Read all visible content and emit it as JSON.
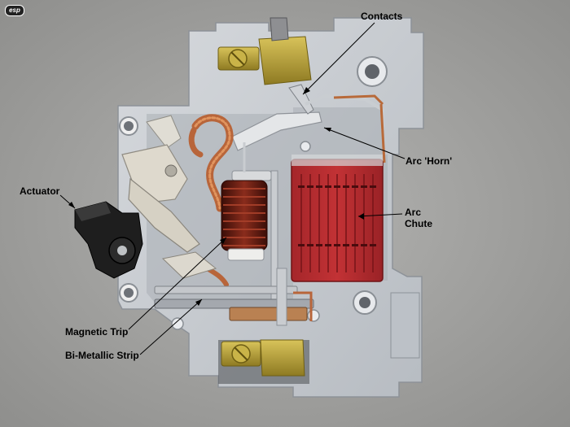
{
  "logo": {
    "text": "esp"
  },
  "labels": {
    "contacts": "Contacts",
    "arc_horn": "Arc 'Horn'",
    "arc_chute_line1": "Arc",
    "arc_chute_line2": "Chute",
    "actuator": "Actuator",
    "magnetic_trip": "Magnetic Trip",
    "bimetallic_strip": "Bi-Metallic Strip"
  },
  "colors": {
    "background": "#a3a3a1",
    "housing": "#c8ccd0",
    "arc_chute": "#b62a2c",
    "coil": "#5a1a12",
    "copper": "#b8653a",
    "brass": "#b7a23a",
    "actuator": "#1e1e1e"
  }
}
